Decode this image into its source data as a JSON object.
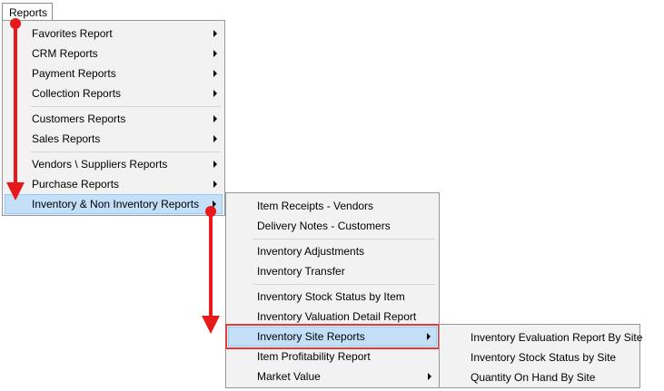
{
  "menubar": {
    "reports_label": "Reports"
  },
  "main_menu": {
    "items": [
      {
        "label": "Favorites Report",
        "submenu": true
      },
      {
        "label": "CRM Reports",
        "submenu": true
      },
      {
        "label": "Payment Reports",
        "submenu": true
      },
      {
        "label": "Collection Reports",
        "submenu": true
      },
      {
        "label": "Customers Reports",
        "submenu": true
      },
      {
        "label": "Sales Reports",
        "submenu": true
      },
      {
        "label": "Vendors \\ Suppliers Reports",
        "submenu": true
      },
      {
        "label": "Purchase Reports",
        "submenu": true
      },
      {
        "label": "Inventory & Non Inventory Reports",
        "submenu": true
      }
    ]
  },
  "inventory_menu": {
    "items": [
      {
        "label": "Item Receipts - Vendors",
        "submenu": false
      },
      {
        "label": "Delivery Notes - Customers",
        "submenu": false
      },
      {
        "label": "Inventory Adjustments",
        "submenu": false
      },
      {
        "label": "Inventory Transfer",
        "submenu": false
      },
      {
        "label": "Inventory Stock Status by Item",
        "submenu": false
      },
      {
        "label": "Inventory Valuation Detail Report",
        "submenu": false
      },
      {
        "label": "Inventory Site Reports",
        "submenu": true
      },
      {
        "label": "Item Profitability Report",
        "submenu": false
      },
      {
        "label": "Market Value",
        "submenu": true
      }
    ]
  },
  "site_menu": {
    "items": [
      {
        "label": "Inventory Evaluation Report By Site"
      },
      {
        "label": "Inventory Stock Status by Site"
      },
      {
        "label": "Quantity On Hand By Site"
      }
    ]
  },
  "colors": {
    "highlight": "#c4e0f9",
    "annotation_red": "#e8191b",
    "menu_bg": "#f2f2f2"
  }
}
